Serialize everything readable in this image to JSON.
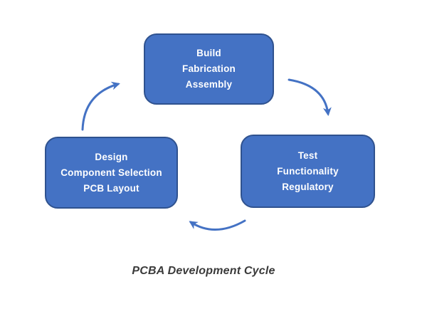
{
  "diagram": {
    "title": "PCBA Development Cycle",
    "caption": "PCBA Development Cycle",
    "type": "cycle",
    "colors": {
      "background": "#FFFFFF",
      "box_fill": "#4472C4",
      "box_border": "#2F528F",
      "box_text": "#FFFFFF",
      "arrow": "#4472C4",
      "caption_text": "#3A3A3A"
    },
    "nodes": [
      {
        "id": "build",
        "position": "top",
        "lines": [
          "Build",
          "Fabrication",
          "Assembly"
        ]
      },
      {
        "id": "test",
        "position": "right",
        "lines": [
          "Test",
          "Functionality",
          "Regulatory"
        ]
      },
      {
        "id": "design",
        "position": "left",
        "lines": [
          "Design",
          "Component Selection",
          "PCB Layout"
        ]
      }
    ],
    "arrows": [
      {
        "id": "design-to-build",
        "from": "design",
        "to": "build",
        "shape": "curved"
      },
      {
        "id": "build-to-test",
        "from": "build",
        "to": "test",
        "shape": "curved"
      },
      {
        "id": "test-to-design",
        "from": "test",
        "to": "design",
        "shape": "curved"
      }
    ]
  }
}
